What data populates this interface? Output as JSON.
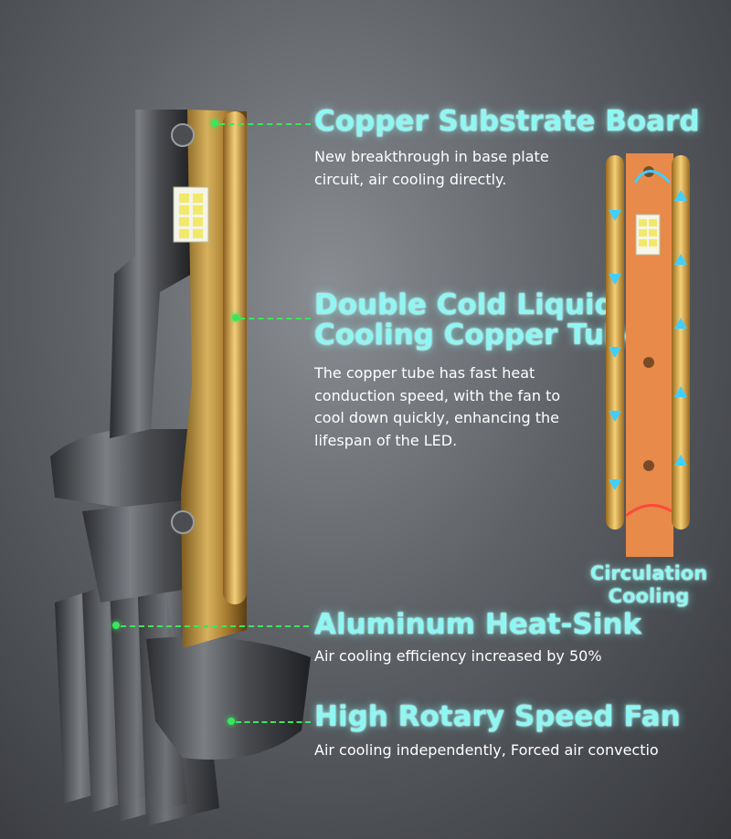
{
  "callouts": [
    {
      "title": "Copper Substrate Board",
      "desc": "New breakthrough in base plate circuit, air cooling directly."
    },
    {
      "title_line1": "Double Cold Liquid",
      "title_line2": "Cooling Copper Tube",
      "desc": "The copper tube has fast heat conduction speed, with the fan to cool down quickly, enhancing the lifespan of the LED."
    },
    {
      "title": "Aluminum Heat-Sink",
      "desc": "Air cooling efficiency increased by 50%"
    },
    {
      "title": "High Rotary Speed Fan",
      "desc": "Air cooling independently, Forced air convectio"
    }
  ],
  "circulation": {
    "line1": "Circulation",
    "line2": "Cooling"
  },
  "colors": {
    "title_glow": "#8ff7f3",
    "leader": "#39e75a",
    "copper": "#e88a4a",
    "gold": "#c7a04a",
    "arrow": "#3fd0ff"
  }
}
